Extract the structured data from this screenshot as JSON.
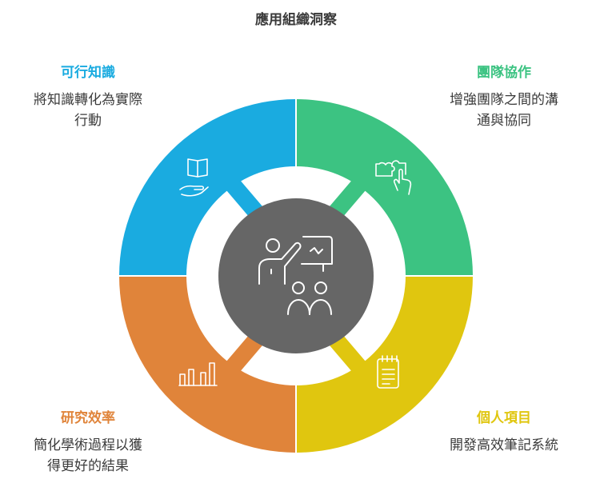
{
  "title": "應用組織洞察",
  "colors": {
    "blue": "#1aabe0",
    "green": "#3cc382",
    "orange": "#e0843a",
    "yellow": "#e0c60f",
    "center": "#666666",
    "text": "#3b3b3b"
  },
  "sections": [
    {
      "id": "top-left",
      "heading": "可行知識",
      "description": "將知識轉化為實際行動",
      "description_lines": [
        "將知識轉化為實際",
        "行動"
      ],
      "color": "#1aabe0",
      "icon": "book-in-hand-icon"
    },
    {
      "id": "top-right",
      "heading": "團隊協作",
      "description": "增強團隊之間的溝通與協同",
      "description_lines": [
        "增強團隊之間的溝",
        "通與協同"
      ],
      "color": "#3cc382",
      "icon": "puzzle-hand-icon"
    },
    {
      "id": "bottom-left",
      "heading": "研究效率",
      "description": "簡化學術過程以獲得更好的結果",
      "description_lines": [
        "簡化學術過程以獲",
        "得更好的結果"
      ],
      "color": "#e0843a",
      "icon": "bar-chart-icon"
    },
    {
      "id": "bottom-right",
      "heading": "個人項目",
      "description": "開發高效筆記系統",
      "description_lines": [
        "開發高效筆記系統"
      ],
      "color": "#e0c60f",
      "icon": "notepad-icon"
    }
  ],
  "center": {
    "icon": "presentation-audience-icon",
    "color": "#666666"
  }
}
